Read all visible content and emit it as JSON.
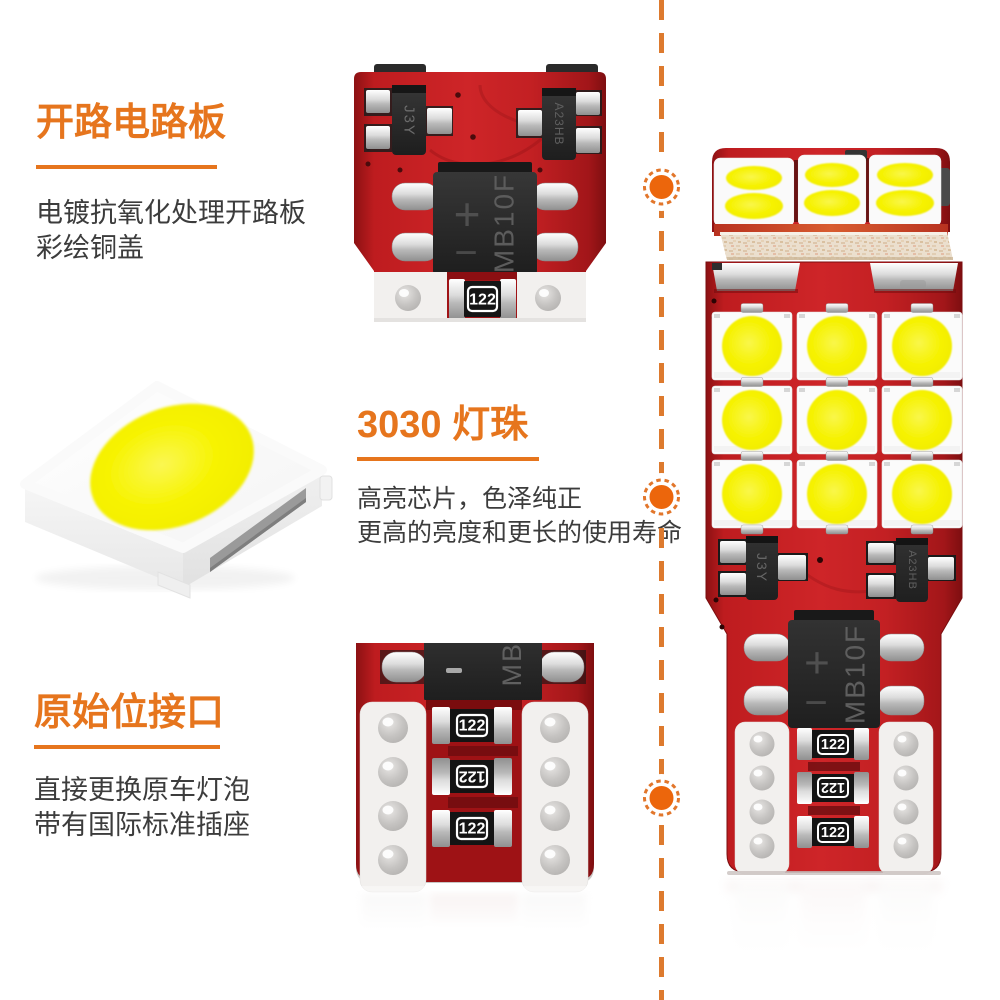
{
  "colors": {
    "accent": "#e6751d",
    "dot_fill": "#ec660c",
    "dashed_line": "#dd7a2e",
    "pcb_red": "#c11d20",
    "led_yellow": "#f6f200",
    "desc_text": "#3c3c3c"
  },
  "features": [
    {
      "title": "开路电路板",
      "lines": [
        "电镀抗氧化处理开路板",
        "彩绘铜盖"
      ]
    },
    {
      "title": "3030 灯珠",
      "lines": [
        "高亮芯片，色泽纯正",
        "更高的亮度和更长的使用寿命"
      ]
    },
    {
      "title": "原始位接口",
      "lines": [
        "直接更换原车灯泡",
        "带有国际标准插座"
      ]
    }
  ],
  "markings": {
    "rectifier": "MB10F",
    "plus": "+",
    "minus": "−",
    "resistor": "122",
    "transistor_left": "J3Y",
    "transistor_right": "A23HB"
  },
  "separator": {
    "dot_count": 3
  }
}
